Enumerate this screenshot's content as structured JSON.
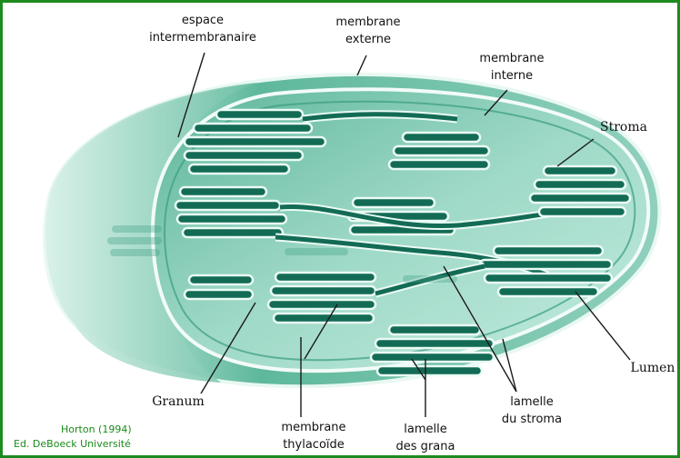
{
  "labels": {
    "espace_intermembranaire": [
      "espace",
      "intermembranaire"
    ],
    "membrane_externe": [
      "membrane",
      "externe"
    ],
    "membrane_interne": [
      "membrane",
      "interne"
    ],
    "stroma": "Stroma",
    "lumen": "Lumen",
    "granum": "Granum",
    "membrane_thylacoide": [
      "membrane",
      "thylacoïde"
    ],
    "lamelle_grana": [
      "lamelle",
      "des grana"
    ],
    "lamelle_stroma": [
      "lamelle",
      "du stroma"
    ]
  },
  "credit": [
    "Horton (1994)",
    "Ed. DeBoeck Université"
  ],
  "colors": {
    "frame": "#1d8a1d",
    "body_light": "#c9ece3",
    "body_mid": "#79c7b0",
    "body_dark": "#2e8f76",
    "thylakoid_fill": "#136b55",
    "thylakoid_edge": "#eafaf4",
    "credit_text": "#1a8a1a"
  }
}
